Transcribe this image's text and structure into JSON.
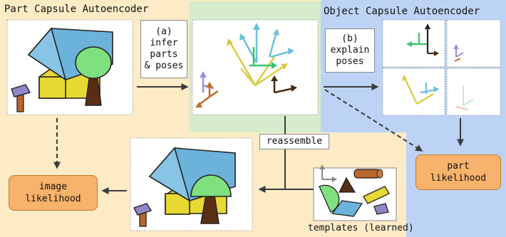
{
  "regions": {
    "part_capsule_title": "Part Capsule Autoencoder",
    "object_capsule_title": "Object Capsule Autoencoder"
  },
  "steps": {
    "a": [
      "(a)",
      "infer",
      "parts",
      "& poses"
    ],
    "b": [
      "(b)",
      "explain",
      "poses"
    ],
    "reassemble": "reassemble"
  },
  "outputs": {
    "image_likelihood": [
      "image",
      "likelihood"
    ],
    "part_likelihood": [
      "part",
      "likelihood"
    ]
  },
  "templates_caption": "templates (learned)",
  "colors": {
    "part_region": "#fdebc6",
    "object_region": "#bcd3f5",
    "center_region": "#d6eccc",
    "output_box": "#f7b26b",
    "roof": "#6cb3dc",
    "tree_canopy": "#7fe07f",
    "trunk": "#5a2e14",
    "walls": "#e8d833",
    "hammer_head": "#8e86c8",
    "hammer_handle": "#b9652b"
  }
}
